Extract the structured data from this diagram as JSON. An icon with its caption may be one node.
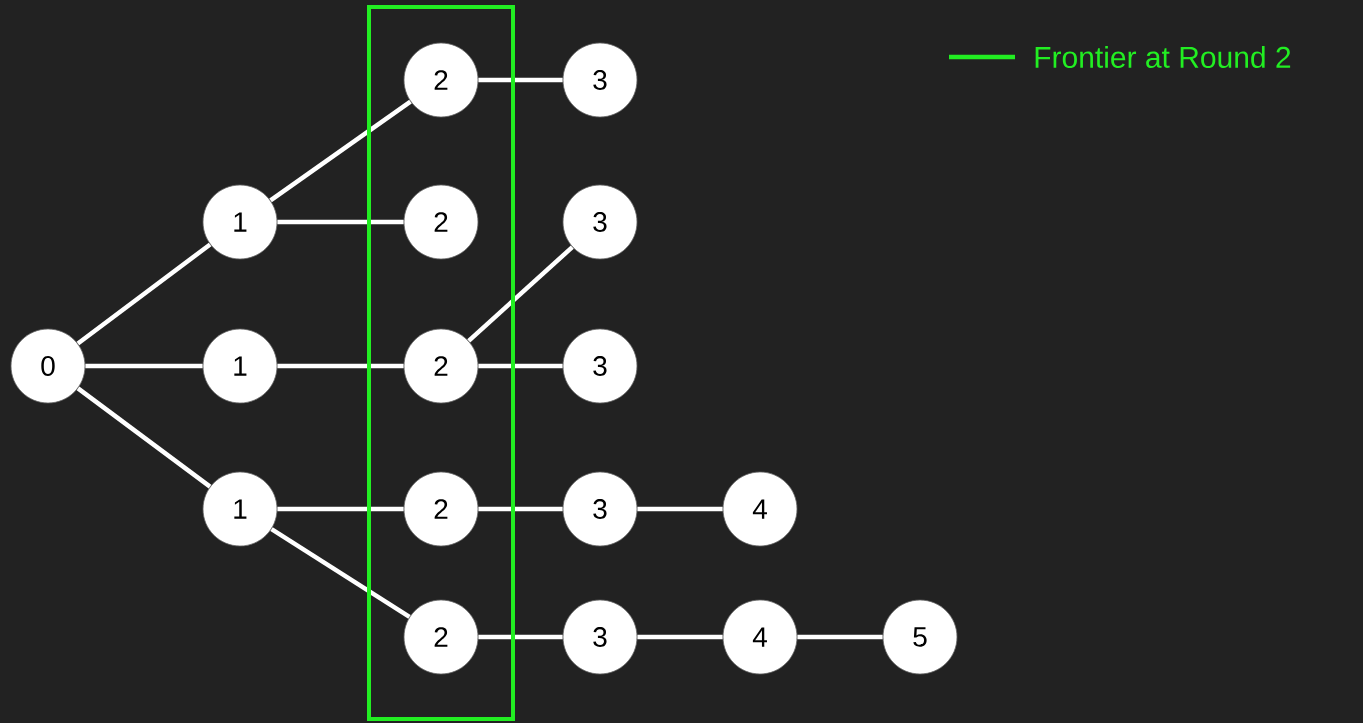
{
  "diagram": {
    "nodes": [
      {
        "text": [
          "0"
        ]
      },
      {
        "text": [
          "1"
        ]
      },
      {
        "text": [
          "1"
        ]
      },
      {
        "text": [
          "1"
        ]
      },
      {
        "text": [
          "2"
        ]
      },
      {
        "text": [
          "2"
        ]
      },
      {
        "text": [
          "2"
        ]
      },
      {
        "text": [
          "2"
        ]
      },
      {
        "text": [
          "2"
        ]
      },
      {
        "text": [
          "3"
        ]
      },
      {
        "text": [
          "3"
        ]
      },
      {
        "text": [
          "3"
        ]
      },
      {
        "text": [
          "3"
        ]
      },
      {
        "text": [
          "3"
        ]
      },
      {
        "text": [
          "4"
        ]
      },
      {
        "text": [
          "4"
        ]
      },
      {
        "text": [
          "5"
        ]
      }
    ],
    "edges": [
      {
        "from": 0,
        "to": 1,
        "arrow": "none"
      },
      {
        "from": 0,
        "to": 2,
        "arrow": "none"
      },
      {
        "from": 0,
        "to": 3,
        "arrow": "none"
      },
      {
        "from": 1,
        "to": 4,
        "arrow": "none"
      },
      {
        "from": 1,
        "to": 5,
        "arrow": "none"
      },
      {
        "from": 2,
        "to": 6,
        "arrow": "none"
      },
      {
        "from": 3,
        "to": 7,
        "arrow": "none"
      },
      {
        "from": 3,
        "to": 8,
        "arrow": "none"
      },
      {
        "from": 4,
        "to": 9,
        "arrow": "none"
      },
      {
        "from": 6,
        "to": 10,
        "arrow": "none"
      },
      {
        "from": 6,
        "to": 11,
        "arrow": "none"
      },
      {
        "from": 7,
        "to": 12,
        "arrow": "none"
      },
      {
        "from": 8,
        "to": 13,
        "arrow": "none"
      },
      {
        "from": 12,
        "to": 14,
        "arrow": "none"
      },
      {
        "from": 13,
        "to": 15,
        "arrow": "none"
      },
      {
        "from": 15,
        "to": 16,
        "arrow": "none"
      }
    ],
    "legend": [
      {
        "text": "Frontier at Round 2"
      }
    ]
  }
}
